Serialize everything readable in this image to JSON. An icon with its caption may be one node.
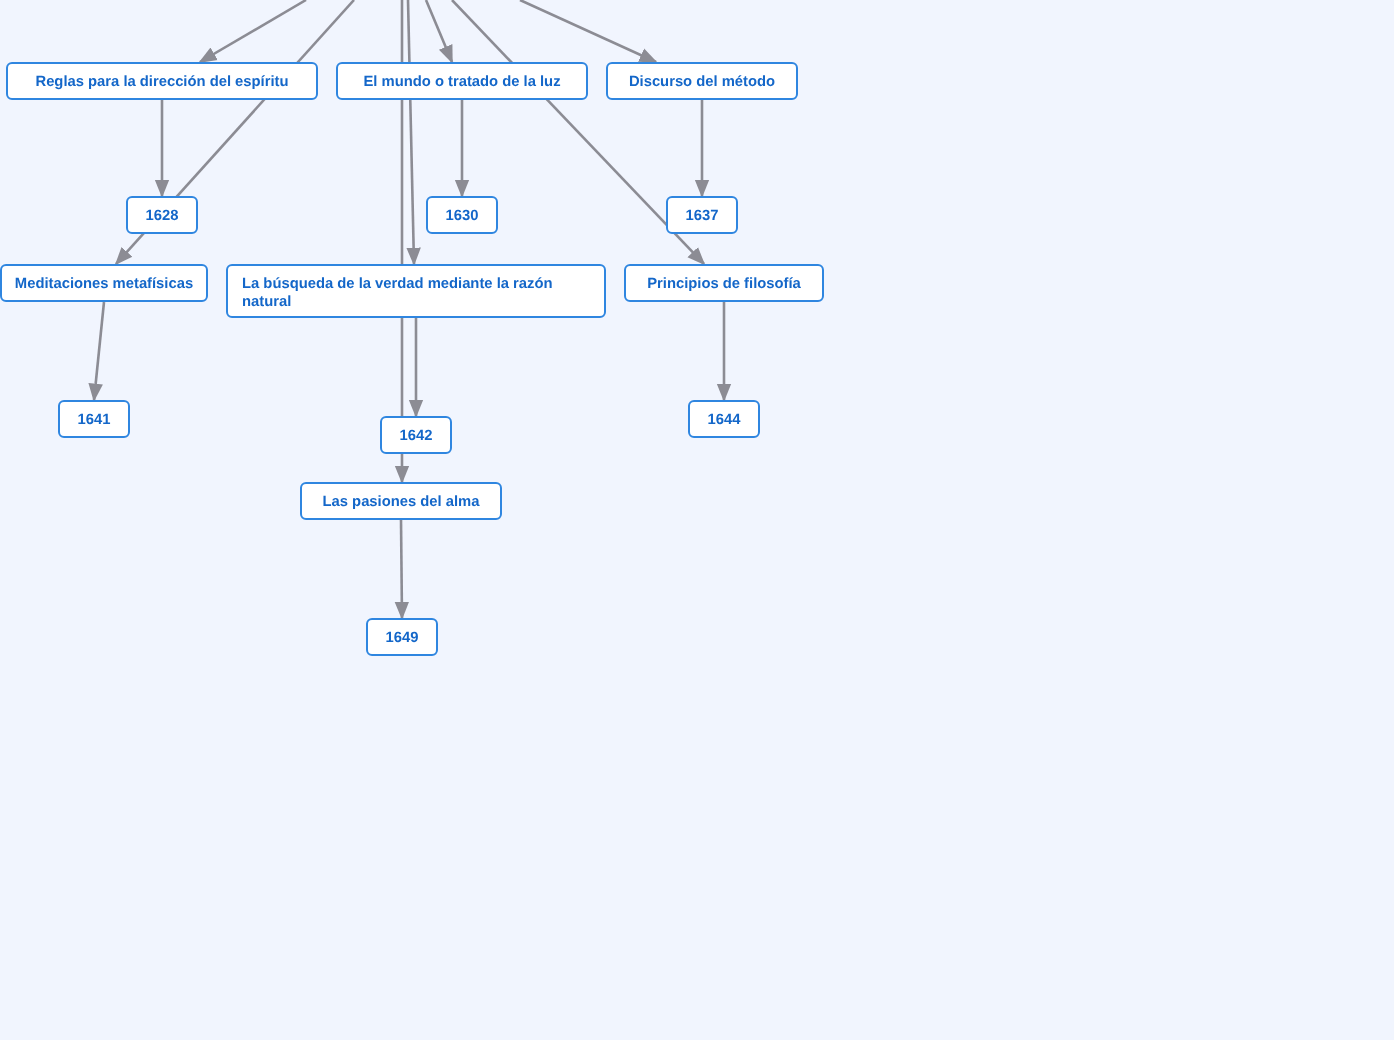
{
  "diagram": {
    "nodes": [
      {
        "text": [
          "Reglas para la dirección del espíritu"
        ]
      },
      {
        "text": [
          "El mundo o tratado de la luz"
        ]
      },
      {
        "text": [
          "Discurso del método"
        ]
      },
      {
        "text": [
          "1628"
        ]
      },
      {
        "text": [
          "1630"
        ]
      },
      {
        "text": [
          "1637"
        ]
      },
      {
        "text": [
          "Meditaciones metafísicas"
        ]
      },
      {
        "text": [
          "La búsqueda de la verdad mediante la razón natural"
        ]
      },
      {
        "text": [
          "Principios de filosofía"
        ]
      },
      {
        "text": [
          "1641"
        ]
      },
      {
        "text": [
          "1642"
        ]
      },
      {
        "text": [
          "1644"
        ]
      },
      {
        "text": [
          "Las pasiones del alma"
        ]
      },
      {
        "text": [
          "1649"
        ]
      }
    ],
    "edges": [
      {
        "from": 0,
        "to": 3,
        "arrow": "to"
      },
      {
        "from": 1,
        "to": 4,
        "arrow": "to"
      },
      {
        "from": 2,
        "to": 5,
        "arrow": "to"
      },
      {
        "from": 6,
        "to": 9,
        "arrow": "to"
      },
      {
        "from": 7,
        "to": 10,
        "arrow": "to"
      },
      {
        "from": 8,
        "to": 11,
        "arrow": "to"
      },
      {
        "from": 12,
        "to": 13,
        "arrow": "to"
      },
      {
        "from": null,
        "to": 0,
        "arrow": "to"
      },
      {
        "from": null,
        "to": 1,
        "arrow": "to"
      },
      {
        "from": null,
        "to": 2,
        "arrow": "to"
      },
      {
        "from": null,
        "to": 6,
        "arrow": "to"
      },
      {
        "from": null,
        "to": 7,
        "arrow": "to"
      },
      {
        "from": null,
        "to": 8,
        "arrow": "to"
      },
      {
        "from": null,
        "to": 12,
        "arrow": "to"
      }
    ]
  }
}
